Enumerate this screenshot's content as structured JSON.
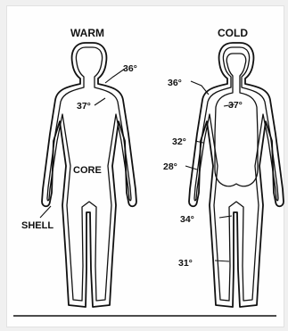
{
  "panels": {
    "warm": {
      "title": "WARM",
      "shell_temp": "36°",
      "core_temp": "37°"
    },
    "cold": {
      "title": "COLD",
      "shoulder_temp": "36°",
      "core_temp": "37°",
      "upper_arm_temp": "32°",
      "forearm_temp": "28°",
      "thigh_temp": "34°",
      "lower_leg_temp": "31°"
    }
  },
  "region_labels": {
    "core": "CORE",
    "shell": "SHELL"
  }
}
